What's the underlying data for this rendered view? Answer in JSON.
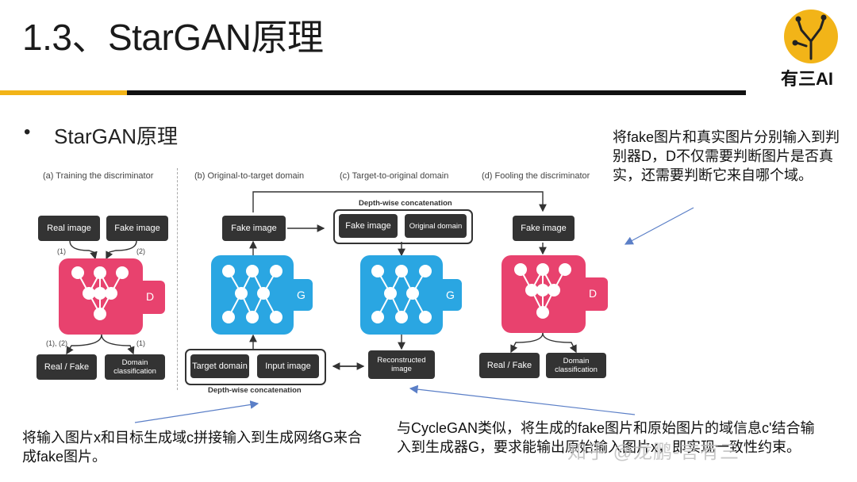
{
  "header": {
    "title": "1.3、StarGAN原理",
    "logo_text": "有三AI"
  },
  "bullet": {
    "symbol": "•",
    "text": "StarGAN原理"
  },
  "diagram": {
    "sections": {
      "a": "(a) Training the discriminator",
      "b": "(b) Original-to-target domain",
      "c": "(c) Target-to-original domain",
      "d": "(d) Fooling the discriminator"
    },
    "boxes": {
      "real_image": "Real image",
      "fake_image": "Fake image",
      "real_fake": "Real / Fake",
      "domain_classification": "Domain classification",
      "target_domain": "Target domain",
      "input_image": "Input image",
      "original_domain": "Original domain",
      "reconstructed_image": "Reconstructed image"
    },
    "network_labels": {
      "discriminator": "D",
      "generator": "G"
    },
    "edge_labels": {
      "one": "(1)",
      "two": "(2)",
      "one_two": "(1), (2)"
    },
    "concat_label": "Depth-wise concatenation"
  },
  "annotations": {
    "top_right": "将fake图片和真实图片分别输入到判别器D，D不仅需要判断图片是否真实，还需要判断它来自哪个域。",
    "left": "将输入图片x和目标生成域c拼接输入到生成网络G来合成fake图片。",
    "bottom": "与CycleGAN类似，将生成的fake图片和原始图片的域信息c'结合输入到生成器G，要求能输出原始输入图片x，即实现一致性约束。"
  },
  "watermark": "知乎 @龙鹏-言有三",
  "colors": {
    "accent_yellow": "#f2b418",
    "discriminator_pink": "#e8426e",
    "generator_blue": "#2aa6e2",
    "box_dark": "#333333",
    "arrow_blue": "#5b7fc7"
  }
}
